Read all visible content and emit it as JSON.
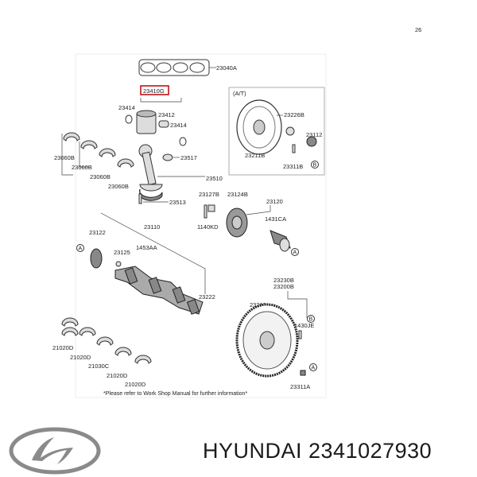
{
  "diagram": {
    "corner_mark": "26",
    "bottom_note": "*Please refer to Work Shop Manual for further information*",
    "at_label": "(A/T)",
    "highlighted_part": "23410G",
    "labels": {
      "l23040A": "23040A",
      "l23414a": "23414",
      "l23412": "23412",
      "l23414b": "23414",
      "l23060B_1": "23060B",
      "l23060B_2": "23060B",
      "l23060B_3": "23060B",
      "l23060B_4": "23060B",
      "l23517": "23517",
      "l23510": "23510",
      "l23513": "23513",
      "l23127B": "23127B",
      "l23124B": "23124B",
      "l23120": "23120",
      "l1431CA": "1431CA",
      "l1140KD": "1140KD",
      "l23226B": "23226B",
      "l23112": "23112",
      "l23211B": "23211B",
      "l23311B": "23311B",
      "l23122": "23122",
      "l23110": "23110",
      "l1453AA": "1453AA",
      "l23125": "23125",
      "l23222": "23222",
      "l23230B": "23230B",
      "l23200B": "23200B",
      "l23212": "23212",
      "l1430JE": "1430JE",
      "l23311A": "23311A",
      "l21020D_1": "21020D",
      "l21020D_2": "21020D",
      "l21030C": "21030C",
      "l21020D_3": "21020D",
      "l21020D_4": "21020D",
      "callout_a1": "A",
      "callout_a2": "A",
      "callout_a3": "A",
      "callout_b1": "B",
      "callout_b2": "B"
    }
  },
  "footer": {
    "brand": "HYUNDAI",
    "part_number": "2341027930"
  },
  "logo": {
    "icon": "hyundai-logo-icon"
  }
}
